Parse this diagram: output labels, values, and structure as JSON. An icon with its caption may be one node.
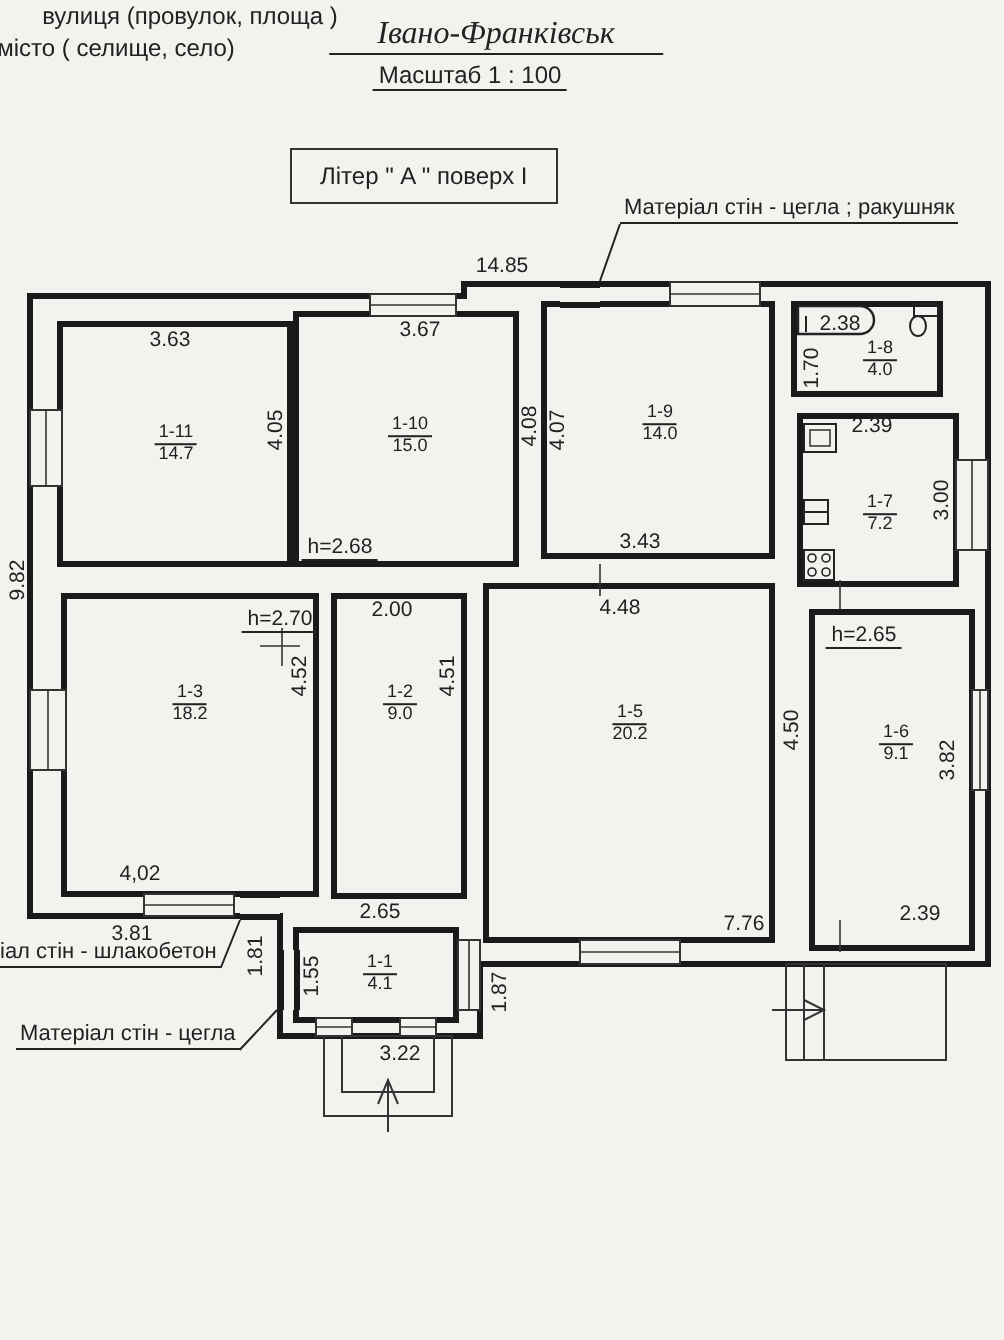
{
  "diagram": {
    "nodes": [
      {
        "text": [
          "Літер \" A \" поверх I"
        ]
      },
      {
        "text": [
          "1-11",
          "14.7"
        ]
      },
      {
        "text": [
          "1-10",
          "15.0"
        ]
      },
      {
        "text": [
          "1-9",
          "14.0"
        ]
      },
      {
        "text": [
          "1-8",
          "4.0"
        ]
      },
      {
        "text": [
          "1-7",
          "7.2"
        ]
      },
      {
        "text": [
          "1-3",
          "18.2"
        ]
      },
      {
        "text": [
          "1-2",
          "9.0"
        ]
      },
      {
        "text": [
          "1-5",
          "20.2"
        ]
      },
      {
        "text": [
          "1-6",
          "9.1"
        ]
      },
      {
        "text": [
          "1-1",
          "4.1"
        ]
      },
      {
        "text": [
          "Матеріал стін - цегла ; ракушняк"
        ]
      },
      {
        "text": [
          "іал стін - шлакобетон"
        ]
      },
      {
        "text": [
          "Матеріал стін - цегла"
        ]
      },
      {
        "text": [],
        "shape": "bar"
      },
      {
        "text": [],
        "shape": "bar"
      },
      {
        "text": [],
        "shape": "bar"
      }
    ],
    "edges": [
      {
        "from": 11,
        "to": 14,
        "arrow": "none"
      },
      {
        "from": 12,
        "to": 15,
        "arrow": "none"
      },
      {
        "from": 13,
        "to": 16,
        "arrow": "none"
      }
    ],
    "labels": [
      "вулиця (провулок, площа )",
      "місто ( селище, село)",
      "Івано-Франківськ",
      "Масштаб 1 : 100",
      "14.85",
      "2.38",
      "3.63",
      "3.67",
      "1.70",
      "4.05",
      "4.08",
      "4.07",
      "2.39",
      "3.00",
      "h=2.68",
      "3.43",
      "4.48",
      "9.82",
      "h=2.70",
      "2.00",
      "h=2.65",
      "4.52",
      "4.51",
      "4.50",
      "3.82",
      "4,02",
      "2.39",
      "7.76",
      "3.81",
      "2.65",
      "1.81",
      "1.55",
      "1.87",
      "3.22"
    ]
  }
}
